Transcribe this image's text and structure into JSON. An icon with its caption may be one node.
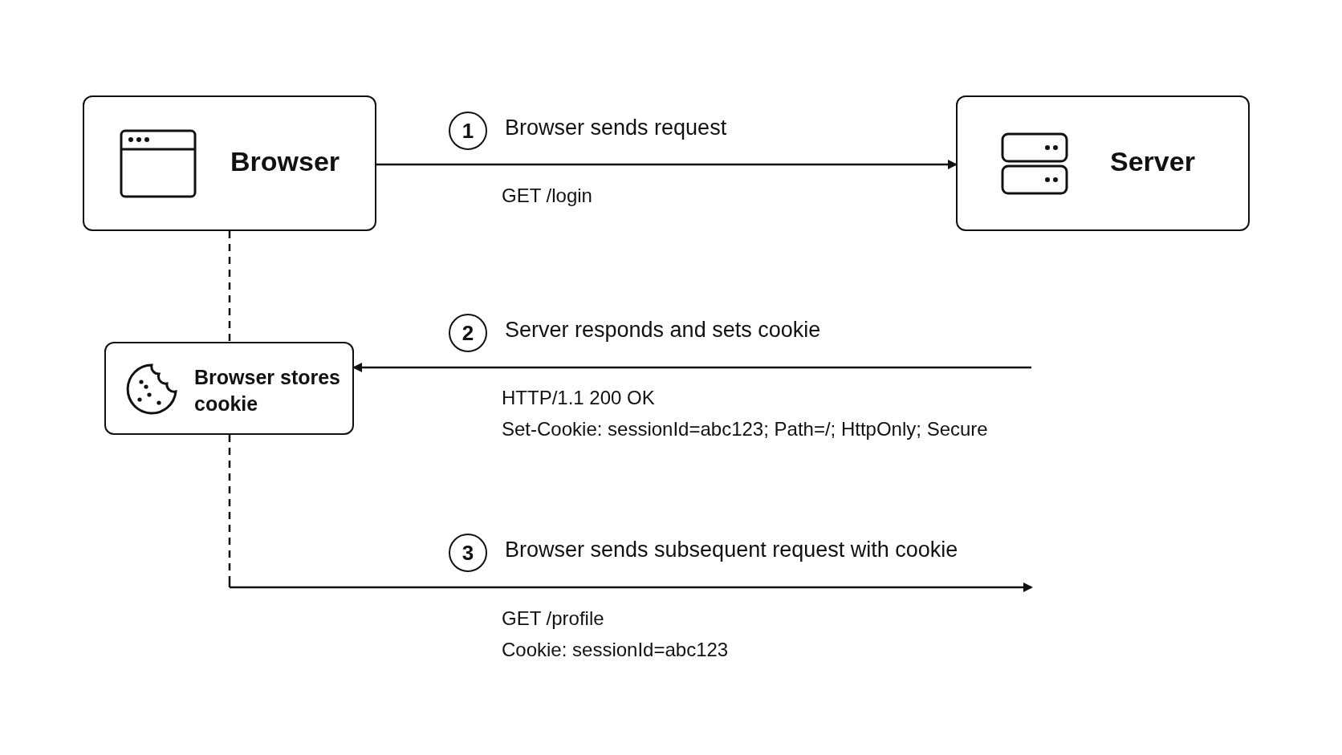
{
  "diagram": {
    "nodes": [
      {
        "text": [
          "Browser"
        ]
      },
      {
        "text": [
          "Server"
        ]
      },
      {
        "text": [
          "Browser stores cookie"
        ]
      }
    ],
    "edges": [
      {
        "from": 0,
        "to": 1,
        "arrow": "to",
        "label": "Browser sends request"
      },
      {
        "from": null,
        "to": 2,
        "arrow": "to",
        "label": "Server responds and sets cookie"
      },
      {
        "from": 0,
        "to": 2,
        "arrow": "none",
        "style": "dashed"
      },
      {
        "from": 2,
        "to": null,
        "arrow": "to",
        "style": "dashed",
        "label": "Browser sends subsequent request with cookie"
      }
    ],
    "labels": [
      "1",
      "GET /login",
      "2",
      "HTTP/1.1 200 OK",
      "Set-Cookie: sessionId=abc123; Path=/; HttpOnly; Secure",
      "3",
      "GET /profile",
      "Cookie: sessionId=abc123"
    ]
  }
}
